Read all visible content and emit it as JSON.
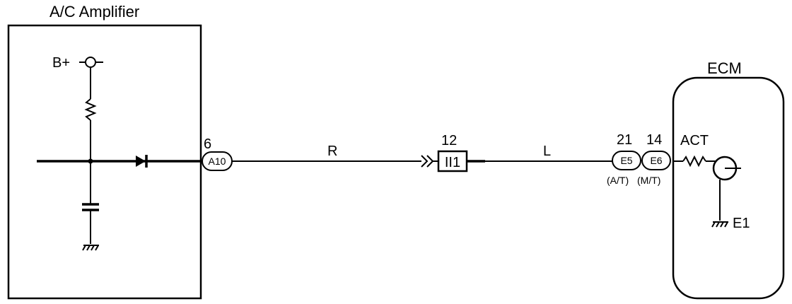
{
  "amplifier": {
    "title": "A/C Amplifier",
    "battery_label": "B+"
  },
  "connector_a10": {
    "pin": "6",
    "code": "A10"
  },
  "wire_r": {
    "color_code": "R"
  },
  "junction_ii1": {
    "pin": "12",
    "code": "II1"
  },
  "wire_l": {
    "color_code": "L"
  },
  "connector_e5": {
    "pin": "21",
    "code": "E5",
    "variant": "(A/T)"
  },
  "connector_e6": {
    "pin": "14",
    "code": "E6",
    "variant": "(M/T)"
  },
  "ecm": {
    "title": "ECM",
    "terminal_label": "ACT",
    "ground_label": "E1"
  }
}
